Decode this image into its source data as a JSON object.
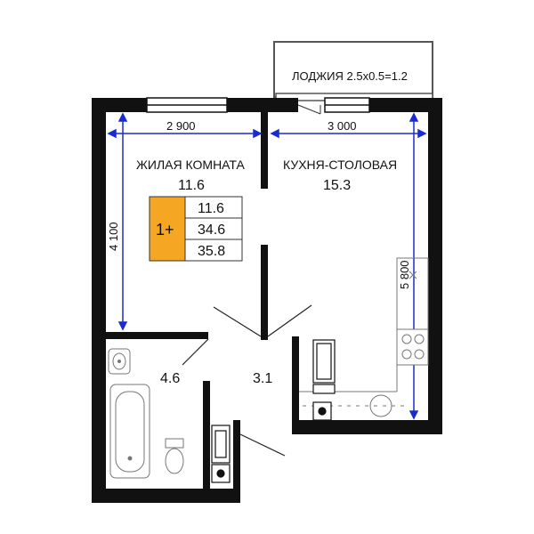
{
  "loggia": {
    "label": "ЛОДЖИЯ 2.5x0.5=1.2"
  },
  "rooms": {
    "living": {
      "name": "ЖИЛАЯ КОМНАТА",
      "area": "11.6"
    },
    "kitchen": {
      "name": "КУХНЯ-СТОЛОВАЯ",
      "area": "15.3"
    },
    "bathroom": {
      "area": "4.6"
    },
    "hall": {
      "area": "3.1"
    }
  },
  "dimensions": {
    "living_width": "2 900",
    "kitchen_width": "3 000",
    "living_depth": "4 100",
    "kitchen_depth": "5 800"
  },
  "badge": {
    "type": "1+",
    "living_area": "11.6",
    "total_area": "34.6",
    "total_with_loggia": "35.8",
    "color": "#F5A623"
  },
  "colors": {
    "wall": "#111111",
    "dimension": "#1a2bd1",
    "fixture": "#777777"
  }
}
